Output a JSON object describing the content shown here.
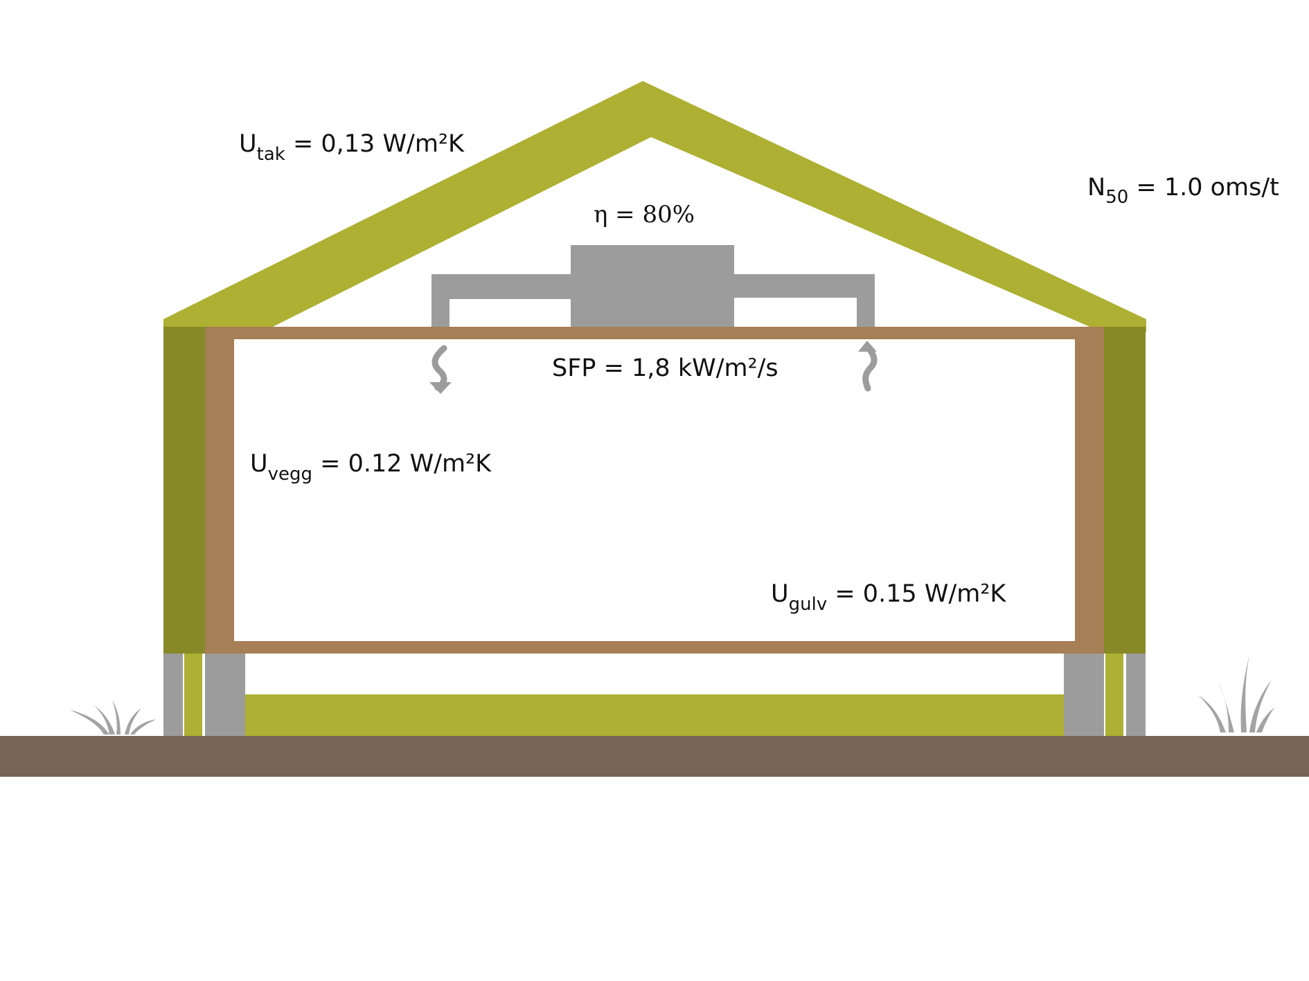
{
  "colors": {
    "insulation": "#adb032",
    "insulation_dark": "#878826",
    "timber": "#a67f56",
    "machine": "#9c9c9c",
    "ground": "#776556",
    "grass": "#a3a3a3",
    "text": "#111111",
    "background": "#ffffff"
  },
  "labels": {
    "roof": {
      "base": "U",
      "sub": "tak",
      "rest": " = 0,13 W/m²K"
    },
    "wall": {
      "base": "U",
      "sub": "vegg",
      "rest": " = 0.12 W/m²K"
    },
    "floor": {
      "base": "U",
      "sub": "gulv",
      "rest": " = 0.15 W/m²K"
    },
    "airtightness": {
      "base": "N",
      "sub": "50",
      "rest": " = 1.0 oms/t"
    },
    "heat_recovery": "η = 80%",
    "fan_power": "SFP = 1,8 kW/m²/s"
  },
  "icons": {
    "supply_air": "air-down-arrow-icon",
    "extract_air": "air-up-arrow-icon",
    "grass_left": "grass-tuft-icon",
    "grass_right": "grass-tuft-icon"
  }
}
